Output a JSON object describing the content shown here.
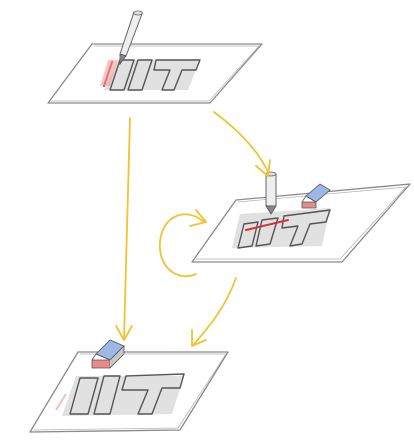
{
  "figure": {
    "panels": [
      {
        "id": "original",
        "tool": "pen",
        "mark": "red-stroke"
      },
      {
        "id": "rotated-view",
        "tool": "pen-and-eraser",
        "mark": "red-stroke"
      },
      {
        "id": "final",
        "tool": "eraser",
        "mark": "faint-red-stroke"
      }
    ],
    "arrows": [
      {
        "from": "original",
        "to": "final"
      },
      {
        "from": "original",
        "to": "rotated-view"
      },
      {
        "from": "rotated-view",
        "to": "final"
      },
      {
        "from": "rotated-view",
        "to": "rotated-view",
        "kind": "rotation-loop"
      }
    ],
    "colors": {
      "arrow": "#f2c230",
      "stroke": "#d93030",
      "sheet_outline": "#8a8a8a",
      "eraser_top": "#9db7e8",
      "eraser_side": "#e78a8a"
    }
  }
}
